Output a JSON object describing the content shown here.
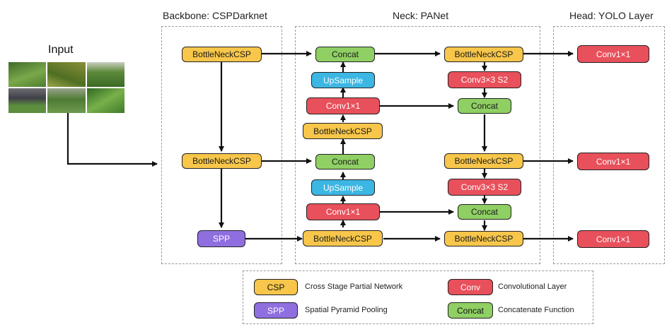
{
  "sections": {
    "input": "Input",
    "backbone": "Backbone: CSPDarknet",
    "neck": "Neck: PANet",
    "head": "Head: YOLO Layer"
  },
  "colors": {
    "csp": "#f7c64a",
    "conv": "#e8505b",
    "concat": "#8fcf63",
    "upsample": "#3cb6e3",
    "spp": "#8f6fe0"
  },
  "nodes": {
    "bb_csp1": "BottleNeckCSP",
    "bb_csp2": "BottleNeckCSP",
    "bb_spp": "SPP",
    "n_concat1": "Concat",
    "n_ups1": "UpSample",
    "n_conv1": "Conv1×1",
    "n_csp1": "BottleNeckCSP",
    "n_concat2": "Concat",
    "n_ups2": "UpSample",
    "n_conv2": "Conv1×1",
    "n_csp2": "BottleNeckCSP",
    "p_csp1": "BottleNeckCSP",
    "p_conv1": "Conv3×3 S2",
    "p_concat1": "Concat",
    "p_csp2": "BottleNeckCSP",
    "p_conv2": "Conv3×3 S2",
    "p_concat2": "Concat",
    "p_csp3": "BottleNeckCSP",
    "h_conv1": "Conv1×1",
    "h_conv2": "Conv1×1",
    "h_conv3": "Conv1×1"
  },
  "legend": [
    {
      "swatch": "CSP",
      "label": "Cross Stage Partial Network",
      "kind": "csp"
    },
    {
      "swatch": "Conv",
      "label": "Convolutional Layer",
      "kind": "conv"
    },
    {
      "swatch": "SPP",
      "label": "Spatial Pyramid Pooling",
      "kind": "spp"
    },
    {
      "swatch": "Concat",
      "label": "Concatenate Function",
      "kind": "concat"
    }
  ],
  "input_images": [
    "crop-field-photo-1",
    "crop-field-photo-2",
    "crop-field-photo-3",
    "crop-field-photo-4",
    "crop-field-photo-5",
    "crop-field-photo-6"
  ]
}
